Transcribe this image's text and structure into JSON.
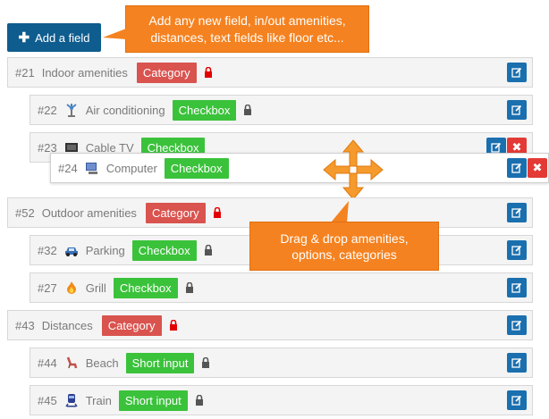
{
  "toolbar": {
    "add_label": "Add a field"
  },
  "callouts": {
    "top": [
      "Add any new field, in/out amenities,",
      "distances, text fields like floor etc..."
    ],
    "drag": [
      "Drag & drop amenities,",
      "options, categories"
    ]
  },
  "rows": [
    {
      "num": "#21",
      "label": "Indoor amenities",
      "type": "Category",
      "icon": ""
    },
    {
      "num": "#22",
      "label": "Air conditioning",
      "type": "Checkbox",
      "icon": "fan-icon"
    },
    {
      "num": "#23",
      "label": "Cable TV",
      "type": "Checkbox",
      "icon": "tv-icon"
    },
    {
      "num": "#24",
      "label": "Computer",
      "type": "Checkbox",
      "icon": "computer-icon"
    },
    {
      "num": "#52",
      "label": "Outdoor amenities",
      "type": "Category",
      "icon": ""
    },
    {
      "num": "#32",
      "label": "Parking",
      "type": "Checkbox",
      "icon": "car-icon"
    },
    {
      "num": "#27",
      "label": "Grill",
      "type": "Checkbox",
      "icon": "fire-icon"
    },
    {
      "num": "#43",
      "label": "Distances",
      "type": "Category",
      "icon": ""
    },
    {
      "num": "#44",
      "label": "Beach",
      "type": "Short input",
      "icon": "beach-chair-icon"
    },
    {
      "num": "#45",
      "label": "Train",
      "type": "Short input",
      "icon": "train-icon"
    }
  ],
  "colors": {
    "primary": "#0f5c8e",
    "edit": "#1a6fae",
    "category": "#d9534f",
    "checkbox": "#3bc23b",
    "delete": "#e33a35",
    "callout": "#f58220",
    "lock_red": "#e30000",
    "lock_gray": "#555555"
  }
}
